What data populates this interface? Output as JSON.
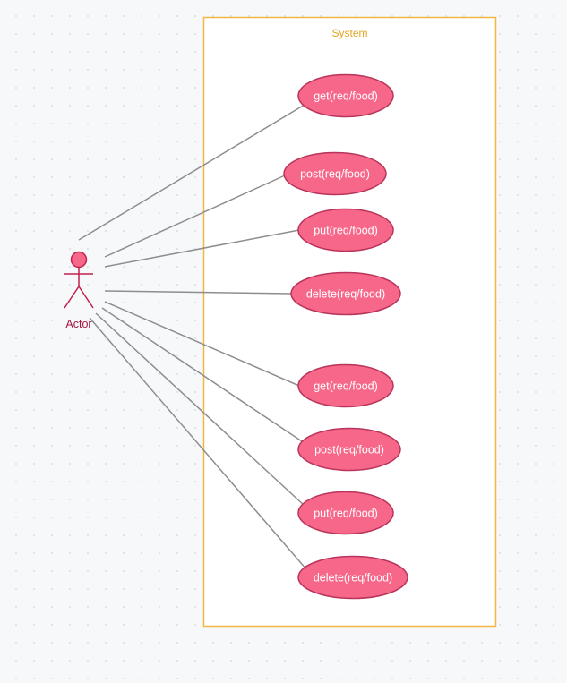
{
  "diagram": {
    "type": "uml-use-case",
    "system": {
      "label": "System"
    },
    "actor": {
      "label": "Actor"
    },
    "use_cases": [
      {
        "label": "get(req/food)"
      },
      {
        "label": "post(req/food)"
      },
      {
        "label": "put(req/food)"
      },
      {
        "label": "delete(req/food)"
      },
      {
        "label": "get(req/food)"
      },
      {
        "label": "post(req/food)"
      },
      {
        "label": "put(req/food)"
      },
      {
        "label": "delete(req/food)"
      }
    ],
    "associations": [
      {
        "from": "actor",
        "to_use_case": 0
      },
      {
        "from": "actor",
        "to_use_case": 1
      },
      {
        "from": "actor",
        "to_use_case": 2
      },
      {
        "from": "actor",
        "to_use_case": 3
      },
      {
        "from": "actor",
        "to_use_case": 4
      },
      {
        "from": "actor",
        "to_use_case": 5
      },
      {
        "from": "actor",
        "to_use_case": 6
      },
      {
        "from": "actor",
        "to_use_case": 7
      }
    ],
    "colors": {
      "system_border": "#f2b740",
      "system_label": "#e3a422",
      "use_case_fill": "#f7678a",
      "use_case_border": "#b9345a",
      "actor_stroke": "#c0234f",
      "association_line": "#8e8e8e"
    }
  }
}
